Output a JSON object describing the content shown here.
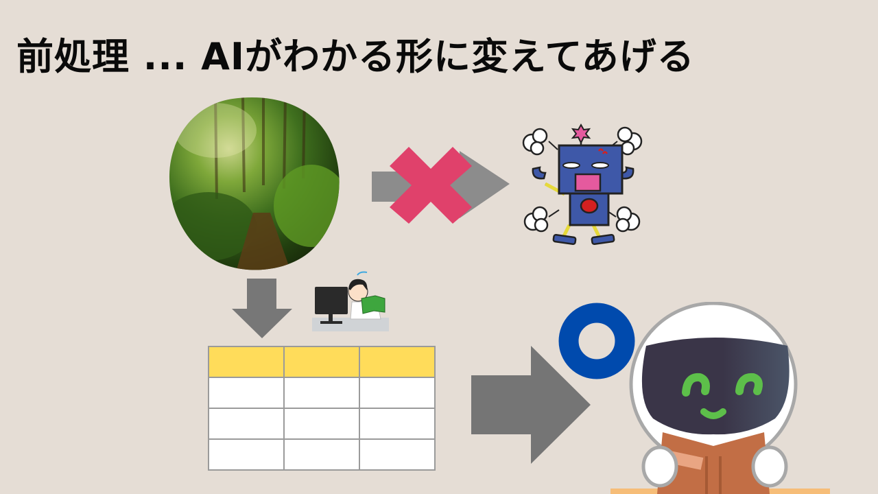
{
  "title": "前処理 ... AIがわかる形に変えてあげる",
  "colors": {
    "background": "#e5ddd5",
    "arrow_gray": "#8c8c8c",
    "arrow_dark_gray": "#757575",
    "cross_pink": "#e0416b",
    "circle_blue": "#004aad",
    "table_header_yellow": "#ffdc5a",
    "table_border": "#9a9a9a"
  },
  "diagram": {
    "raw_image": {
      "label": "forest-photo",
      "description": "forest path photo (unstructured data)"
    },
    "rejected_path": {
      "arrow": "right-arrow",
      "mark": "cross-mark",
      "result": "angry-robot"
    },
    "preprocessing": {
      "arrow": "down-arrow",
      "illustration": "person-studying-at-computer"
    },
    "table": {
      "columns": 3,
      "rows": [
        [
          "",
          "",
          ""
        ],
        [
          "",
          "",
          ""
        ],
        [
          "",
          "",
          ""
        ],
        [
          "",
          "",
          ""
        ]
      ],
      "header_row": true
    },
    "accepted_path": {
      "arrow": "right-arrow",
      "mark": "circle-mark",
      "result": "happy-robot-reading"
    }
  }
}
